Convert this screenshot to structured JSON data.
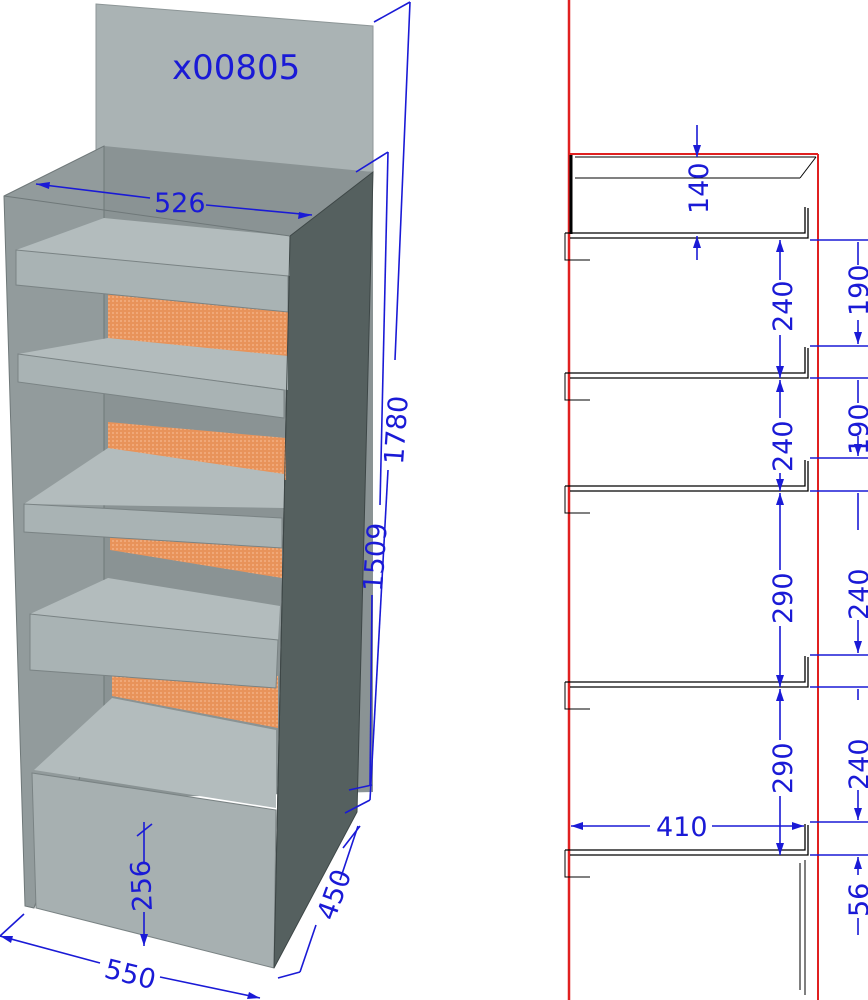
{
  "drawing": {
    "code": "x00805",
    "perspective_dims": {
      "width_top": "526",
      "height_total": "1780",
      "height_body": "1509",
      "kick_height": "256",
      "width_base": "550",
      "depth": "450"
    },
    "section_dims": {
      "top_offset": "140",
      "shelf_gaps_inner": [
        "240",
        "240",
        "290",
        "290"
      ],
      "shelf_gaps_outer": [
        "190",
        "190",
        "240",
        "240"
      ],
      "bottom_gap": "56",
      "shelf_depth": "410"
    }
  },
  "colors": {
    "dimension": "#1a1ad6",
    "panel_light": "#a9b2b3",
    "panel_dark": "#55605f",
    "shelf_face": "#a9b3b4",
    "shelf_top": "#9aa3a3",
    "backing_orange": "#e8935a",
    "section_outline": "#e02020"
  }
}
